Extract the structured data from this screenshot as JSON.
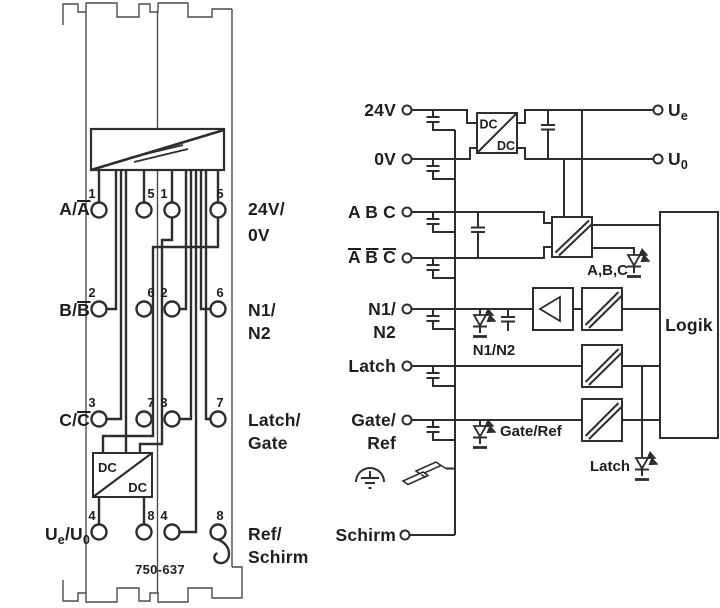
{
  "module": {
    "part_number": "750-637",
    "terminal_numbers": [
      [
        "1",
        "5",
        "1",
        "5"
      ],
      [
        "2",
        "6",
        "2",
        "6"
      ],
      [
        "3",
        "7",
        "3",
        "7"
      ],
      [
        "4",
        "8",
        "4",
        "8"
      ]
    ],
    "labels_left": {
      "row1_base": "A/",
      "row1_over": "A",
      "row2_base": "B/",
      "row2_over": "B",
      "row3_base": "C/",
      "row3_over": "C",
      "row4_u1": "U",
      "row4_s1": "e",
      "row4_mid": "/U",
      "row4_s2": "0"
    },
    "labels_right": {
      "row1_l1": "24V/",
      "row1_l2": "0V",
      "row2_l1": "N1/",
      "row2_l2": "N2",
      "row3_l1": "Latch/",
      "row3_l2": "Gate",
      "row4_l1": "Ref/",
      "row4_l2": "Schirm"
    },
    "dcdc_top": "DC",
    "dcdc_bottom": "DC"
  },
  "schematic": {
    "inputs": {
      "v24": "24V",
      "v0": "0V",
      "abc": "A B C",
      "abc_inv": "A B C",
      "n1": "N1/",
      "n2": "N2",
      "latch": "Latch",
      "gate": "Gate/",
      "ref": "Ref",
      "schirm": "Schirm"
    },
    "outputs": {
      "ue_main": "U",
      "ue_sub": "e",
      "u0_main": "U",
      "u0_sub": "0"
    },
    "dcdc_top": "DC",
    "dcdc_bottom": "DC",
    "logic": "Logik",
    "leds": {
      "abc": "A,B,C",
      "n1n2": "N1/N2",
      "gateref": "Gate/Ref",
      "latch": "Latch"
    }
  },
  "colors": {
    "line": "#2e2e2e",
    "outline": "#4b4b4b",
    "background": "#ffffff"
  }
}
